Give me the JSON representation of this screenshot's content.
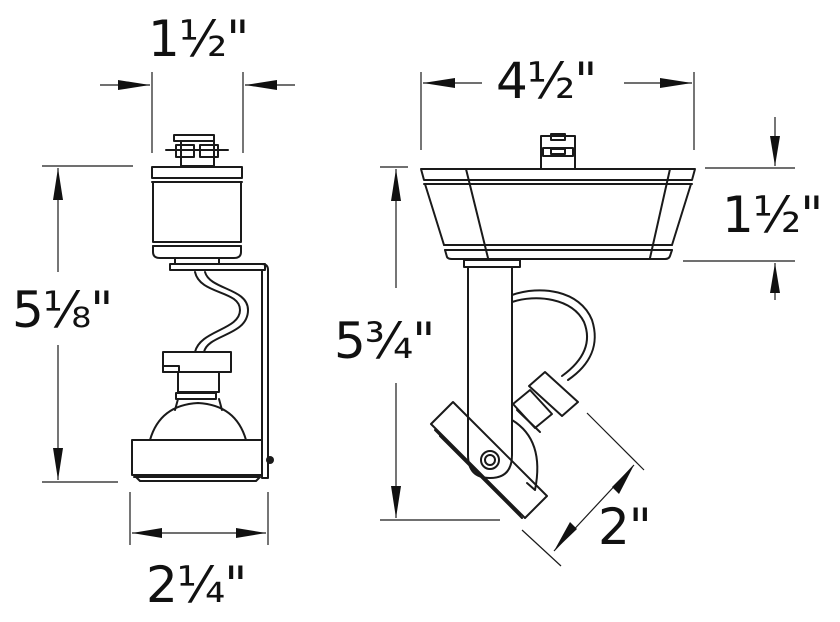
{
  "diagram": {
    "subject": "Track light fixture dimensions",
    "views": [
      {
        "name": "front-view",
        "dimensions": {
          "top_width": "1½\"",
          "height": "5⅛\"",
          "bottom_width": "2¼\""
        }
      },
      {
        "name": "side-view",
        "dimensions": {
          "width": "4½\"",
          "canopy_height": "1½\"",
          "height": "5¾\"",
          "lamp_diameter": "2\""
        }
      }
    ],
    "line_color": "#1a1a1a",
    "background_color": "#ffffff"
  }
}
